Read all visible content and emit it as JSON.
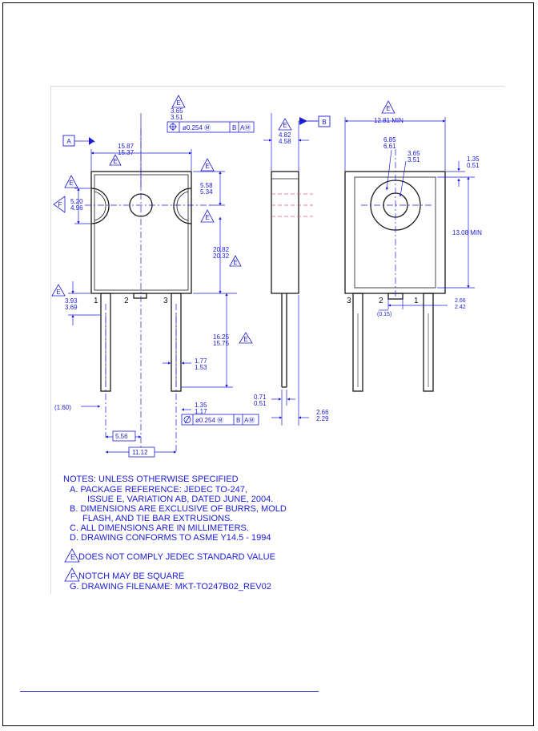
{
  "drawing": {
    "pins_front": [
      "1",
      "2",
      "3"
    ],
    "pins_back": [
      "3",
      "2",
      "1"
    ],
    "datums": {
      "a": "A",
      "b": "B"
    },
    "notch_marker": "F",
    "note_marker": "E",
    "dimensions": {
      "hole_dia_top": "3.65",
      "hole_dia_bot": "3.51",
      "fcf_top": [
        "ø0.254 Ⓜ",
        "B",
        "AⓂ"
      ],
      "width_top": "15.87",
      "width_bot": "15.37",
      "notch_top": "5.20",
      "notch_bot": "4.96",
      "hole_off_top": "5.58",
      "hole_off_bot": "5.34",
      "body_h_top": "20.82",
      "body_h_bot": "20.32",
      "stand_top": "3.93",
      "stand_bot": "3.69",
      "lead_len_top": "16.25",
      "lead_len_bot": "15.75",
      "lead_w_top": "1.77",
      "lead_w_bot": "1.53",
      "lead_w2_top": "1.35",
      "lead_w2_bot": "1.17",
      "lead_ref": "(1.60)",
      "pitch": "5.56",
      "span": "11.12",
      "fcf_bottom": [
        "ø0.254 Ⓜ",
        "B",
        "AⓂ"
      ],
      "thick_top": "4.82",
      "thick_bot": "4.58",
      "lead_t_top": "0.71",
      "lead_t_bot": "0.51",
      "side_total_top": "2.66",
      "side_total_bot": "2.29",
      "pad_w": "12.81 MIN",
      "hole_big_top": "6.85",
      "hole_big_bot": "6.61",
      "hole_back_top": "3.65",
      "hole_back_bot": "3.51",
      "edge_top": "1.35",
      "edge_bot": "0.51",
      "pad_h": "13.08  MIN",
      "tab_top": "2.66",
      "tab_bot": "2.42",
      "tab_ref": "(0.15)"
    }
  },
  "notes": {
    "header": "NOTES: UNLESS OTHERWISE SPECIFIED",
    "a1": "A.  PACKAGE REFERENCE: JEDEC TO-247,",
    "a2": "ISSUE E, VARIATION AB, DATED JUNE, 2004.",
    "b1": "B.  DIMENSIONS ARE EXCLUSIVE OF BURRS, MOLD",
    "b2": "FLASH, AND TIE BAR EXTRUSIONS.",
    "c": "C.  ALL DIMENSIONS ARE IN MILLIMETERS.",
    "d": "D.  DRAWING CONFORMS TO ASME Y14.5 - 1994",
    "e_mark": "E",
    "e": "DOES NOT COMPLY JEDEC STANDARD VALUE",
    "f_mark": "F",
    "f": "NOTCH MAY BE SQUARE",
    "g": "G.  DRAWING FILENAME: MKT-TO247B02_REV02"
  },
  "colors": {
    "ink": "#1b1bd6",
    "outline": "#1a1a1a",
    "section": "#e0508a"
  }
}
